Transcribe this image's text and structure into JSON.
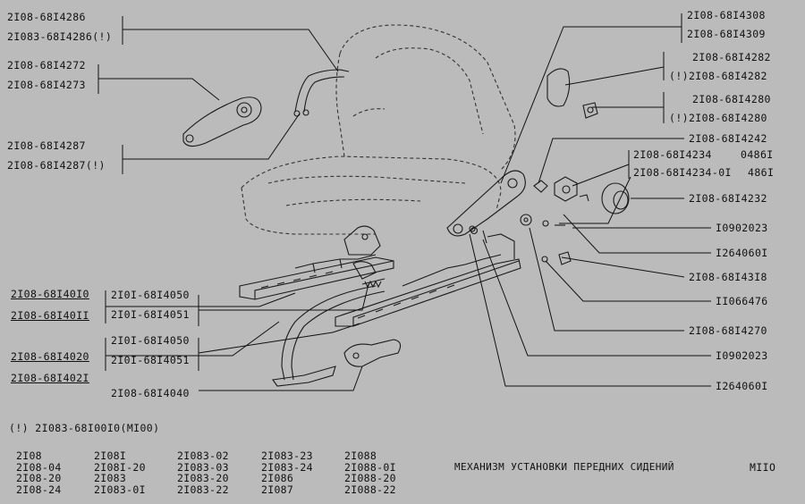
{
  "title": "МЕХАНИЗМ УСТАНОВКИ ПЕРЕДНИХ СИДЕНИЙ",
  "code": "MIIO",
  "note": "(!) 2I083-68I00I0(MI00)",
  "left_labels": [
    "2I08-68I4286",
    "2I083-68I4286(!)",
    "2I08-68I4272",
    "2I08-68I4273",
    "2I08-68I4287",
    "2I08-68I4287(!)",
    "2I08-68I40I0",
    "2I08-68I40II",
    "2I0I-68I4050",
    "2I0I-68I4051",
    "2I08-68I4020",
    "2I08-68I402I",
    "2I0I-68I4050",
    "2I0I-68I4051",
    "2I08-68I4040"
  ],
  "right_labels": [
    "2I08-68I4308",
    "2I08-68I4309",
    "2I08-68I4282",
    "(!)2I08-68I4282",
    "2I08-68I4280",
    "(!)2I08-68I4280",
    "2I08-68I4242",
    "2I08-68I4234",
    "0486I",
    "2I08-68I4234-0I",
    "486I",
    "2I08-68I4232",
    "I0902023",
    "I264060I",
    "2I08-68I43I8",
    "II066476",
    "2I08-68I4270",
    "I0902023",
    "I264060I"
  ],
  "models": [
    [
      "2I08",
      "2I08-04",
      "2I08-20",
      "2I08-24"
    ],
    [
      "2I08I",
      "2I08I-20",
      "2I083",
      "2I083-0I"
    ],
    [
      "2I083-02",
      "2I083-03",
      "2I083-20",
      "2I083-22"
    ],
    [
      "2I083-23",
      "2I083-24",
      "2I086",
      "2I087"
    ],
    [
      "2I088",
      "2I088-0I",
      "2I088-20",
      "2I088-22"
    ]
  ]
}
